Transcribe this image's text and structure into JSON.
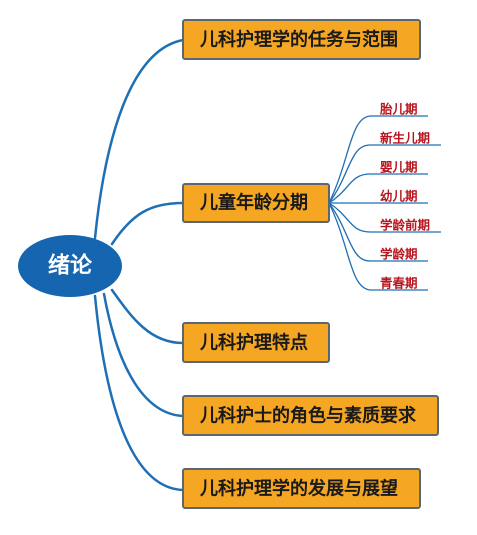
{
  "central": {
    "label": "绪论"
  },
  "branches": [
    {
      "label": "儿科护理学的任务与范围"
    },
    {
      "label": "儿童年龄分期"
    },
    {
      "label": "儿科护理特点"
    },
    {
      "label": "儿科护士的角色与素质要求"
    },
    {
      "label": "儿科护理学的发展与展望"
    }
  ],
  "age_stages": [
    {
      "label": "胎儿期"
    },
    {
      "label": "新生儿期"
    },
    {
      "label": "婴儿期"
    },
    {
      "label": "幼儿期"
    },
    {
      "label": "学龄前期"
    },
    {
      "label": "学龄期"
    },
    {
      "label": "青春期"
    }
  ],
  "colors": {
    "connector": "#1f6fb5",
    "central_fill": "#1565b0",
    "branch_fill": "#f5a623",
    "branch_border": "#5b6770",
    "leaf_text": "#b8141e",
    "leaf_underline": "#1f6fb5"
  }
}
